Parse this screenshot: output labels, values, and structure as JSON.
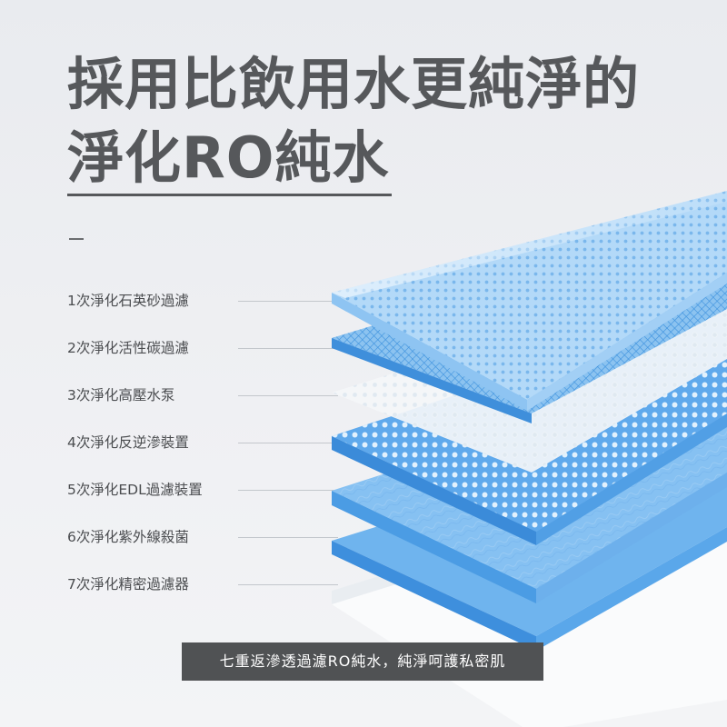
{
  "headline": {
    "line1": "採用比飲用水更純淨的",
    "line2": "淨化RO純水"
  },
  "steps": [
    "1次淨化石英砂過濾",
    "2次淨化活性碳過濾",
    "3次淨化高壓水泵",
    "4次淨化反逆滲裝置",
    "5次淨化EDL過濾裝置",
    "6次淨化紫外線殺菌",
    "7次淨化精密過濾器"
  ],
  "caption": "七重返滲透過濾RO純水，純淨呵護私密肌",
  "colors": {
    "headline_text": "#56585b",
    "light_blue": "#a9d3f7",
    "medium_blue": "#7fbef1",
    "deep_blue": "#4a9fe8",
    "caption_bg": "#505254"
  }
}
